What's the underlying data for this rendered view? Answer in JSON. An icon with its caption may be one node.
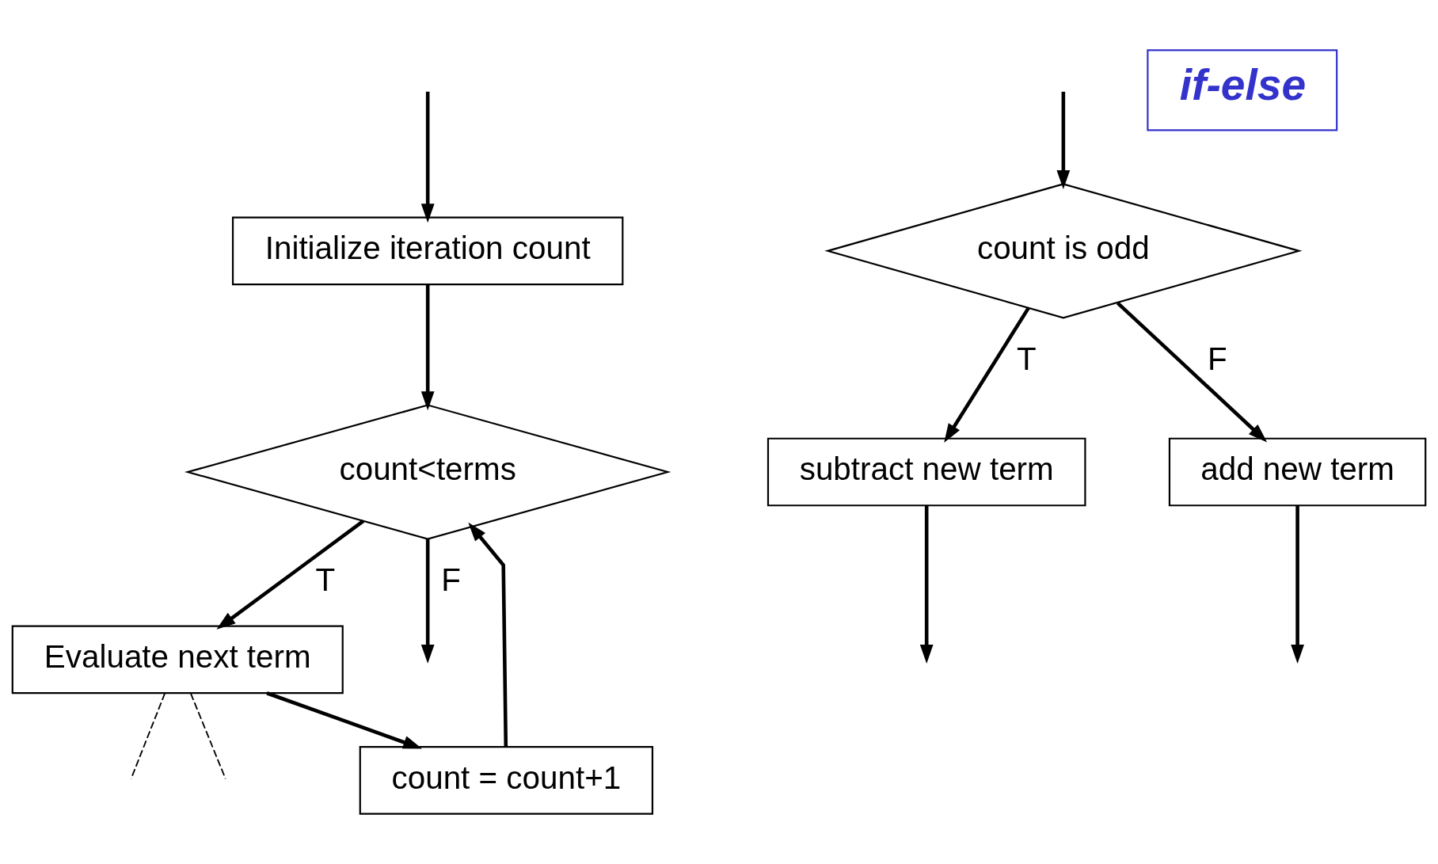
{
  "diagram": {
    "nodes": [
      {
        "text": [
          "Initialize iteration count"
        ]
      },
      {
        "text": [
          "count<terms"
        ]
      },
      {
        "text": [
          "Evaluate next term"
        ]
      },
      {
        "text": [
          "count = count+1"
        ]
      },
      {
        "text": [
          "count is odd"
        ]
      },
      {
        "text": [
          "subtract new term"
        ]
      },
      {
        "text": [
          "add new term"
        ]
      },
      {
        "text": [
          "if-else"
        ]
      }
    ],
    "edges": [
      {
        "from": null,
        "to": 0,
        "arrow": "to"
      },
      {
        "from": 0,
        "to": 1,
        "arrow": "to"
      },
      {
        "from": 1,
        "to": 2,
        "arrow": "to",
        "label": "T"
      },
      {
        "from": 2,
        "to": 3,
        "arrow": "to"
      },
      {
        "from": 3,
        "to": 1,
        "arrow": "to"
      },
      {
        "from": 1,
        "to": null,
        "arrow": "to",
        "label": "F"
      },
      {
        "from": null,
        "to": 4,
        "arrow": "to"
      },
      {
        "from": 4,
        "to": 5,
        "arrow": "to",
        "label": "T"
      },
      {
        "from": 4,
        "to": 6,
        "arrow": "to",
        "label": "F"
      },
      {
        "from": 5,
        "to": null,
        "arrow": "to"
      },
      {
        "from": 6,
        "to": null,
        "arrow": "to"
      },
      {
        "from": 2,
        "to": null,
        "arrow": "none",
        "style": "dashed"
      },
      {
        "from": 2,
        "to": null,
        "arrow": "none",
        "style": "dashed"
      }
    ]
  }
}
